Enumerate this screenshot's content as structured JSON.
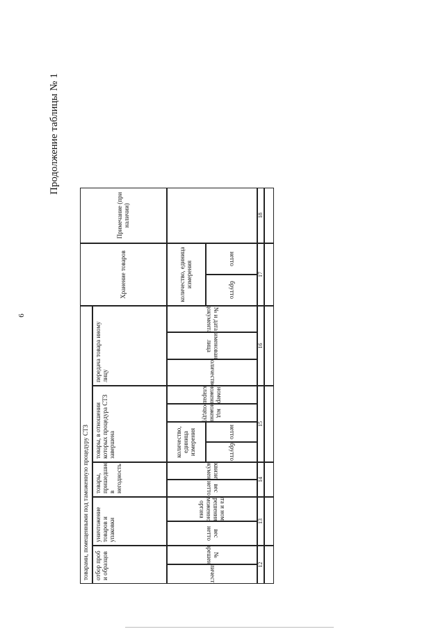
{
  "heading": "Продолжение таблицы № 1",
  "page_number": "6",
  "table": {
    "group_header": "товарами, помещенными под таможенную процедуру СТЗ",
    "col_sampling": "отбор проб и образцов",
    "col_destruction": "уничтожение товаров и упаковки",
    "col_unfit": "товары, пришедшие в негодность",
    "col_completed": "товары, в отношении которых процедура СТЗ завершена",
    "col_transfer": "передача товара иному лицу",
    "col_storage": "Хранение товаров",
    "col_note": "Примечание (при наличии)",
    "sub_quantity": "количество",
    "sub_permit": "№ разрешения",
    "sub_net_weight_1": "вес нетто",
    "sub_decision": "дата и номер решения таможенного органа",
    "sub_net_weight_2": "вес нетто",
    "sub_doc_details": "реквизиты документа",
    "sub_procedure_code": "код таможенной процедуры",
    "sub_declaration_number": "номер таможенной декларации",
    "sub_qty_unit_1": "количество, единица измерения",
    "sub_gross_1": "брутто",
    "sub_net_1": "нетто",
    "sub_quantity_2": "количество",
    "sub_person_name": "наименование лица",
    "sub_doc_number_date": "№ и дата документа",
    "sub_qty_unit_2": "количество, единица измерения",
    "sub_gross_2": "брутто",
    "sub_net_2": "нетто",
    "num_12": "12",
    "num_13": "13",
    "num_14": "14",
    "num_15": "15",
    "num_16": "16",
    "num_17": "17",
    "num_18": "18"
  }
}
